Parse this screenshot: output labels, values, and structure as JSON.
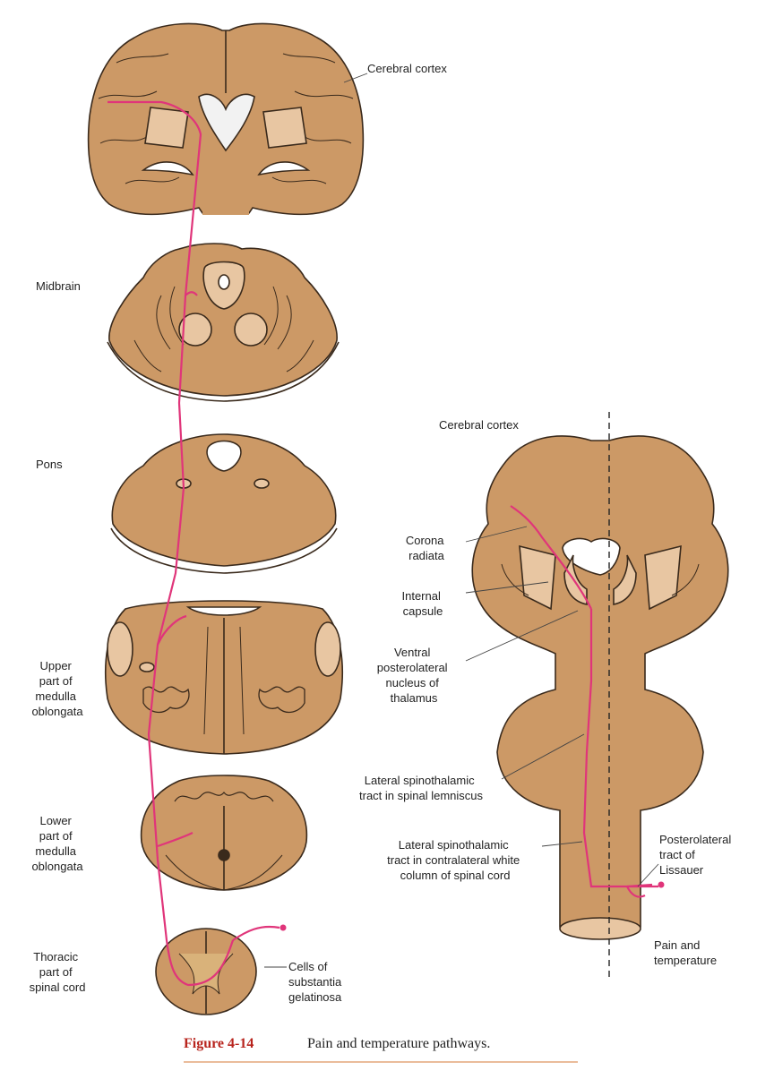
{
  "colors": {
    "tissue": "#CC9966",
    "tissue_dark": "#B98A5A",
    "nucleus": "#E8C6A2",
    "outline": "#3a2a1c",
    "pathway": "#E0357A",
    "caption_red": "#B8251E",
    "rule": "#E4A57A"
  },
  "left_labels": {
    "cerebral_cortex": "Cerebral cortex",
    "midbrain": "Midbrain",
    "pons": "Pons",
    "upper_medulla": [
      "Upper",
      "part of",
      "medulla",
      "oblongata"
    ],
    "lower_medulla": [
      "Lower",
      "part of",
      "medulla",
      "oblongata"
    ],
    "thoracic_cord": [
      "Thoracic",
      "part of",
      "spinal cord"
    ],
    "substantia_gelatinosa": [
      "Cells of",
      "substantia",
      "gelatinosa"
    ]
  },
  "right_labels": {
    "cerebral_cortex": "Cerebral cortex",
    "corona_radiata": [
      "Corona",
      "radiata"
    ],
    "internal_capsule": [
      "Internal",
      "capsule"
    ],
    "vpl_nucleus": [
      "Ventral",
      "posterolateral",
      "nucleus of",
      "thalamus"
    ],
    "lateral_st_lemniscus": [
      "Lateral spinothalamic",
      "tract in spinal lemniscus"
    ],
    "lateral_st_white_column": [
      "Lateral spinothalamic",
      "tract in contralateral white",
      "column of spinal cord"
    ],
    "lissauer": [
      "Posterolateral",
      "tract of",
      "Lissauer"
    ],
    "pain_temp": [
      "Pain and",
      "temperature"
    ]
  },
  "caption": {
    "figure": "Figure 4-14",
    "text": "Pain and temperature pathways."
  }
}
